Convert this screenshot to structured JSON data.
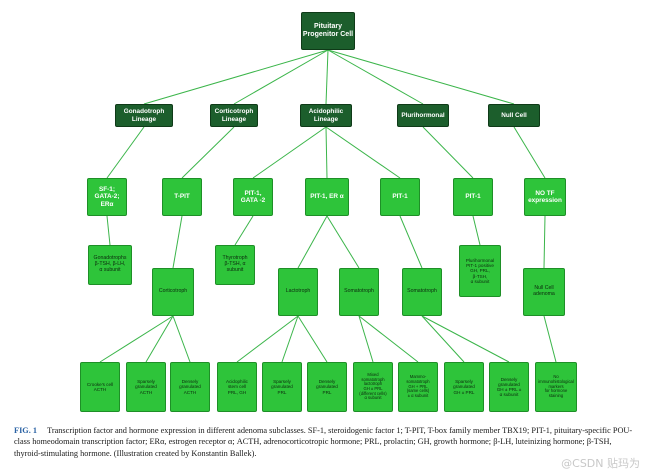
{
  "diagram": {
    "nodes": [
      {
        "id": "ppc",
        "label": "Pituitary\nProgenitor Cell"
      },
      {
        "id": "gon_lin",
        "label": "Gonadotroph\nLineage"
      },
      {
        "id": "cort_lin",
        "label": "Corticotroph\nLineage"
      },
      {
        "id": "acid_lin",
        "label": "Acidophilic\nLineage"
      },
      {
        "id": "pluri",
        "label": "Plurihormonal"
      },
      {
        "id": "null",
        "label": "Null Cell"
      },
      {
        "id": "tf_sf1",
        "label": "SF-1;\nGATA-2;\nERα"
      },
      {
        "id": "tf_tpit",
        "label": "T-PIT"
      },
      {
        "id": "tf_pit1_gata2",
        "label": "PIT-1,\nGATA -2"
      },
      {
        "id": "tf_pit1_er",
        "label": "PIT-1, ER α"
      },
      {
        "id": "tf_pit1_a",
        "label": "PIT-1"
      },
      {
        "id": "tf_pit1_b",
        "label": "PIT-1"
      },
      {
        "id": "tf_none",
        "label": "NO TF\nexpression"
      },
      {
        "id": "gonadotrophs",
        "label": "Gonadotrophs\nβ-TSH, β-LH,\nα subunit"
      },
      {
        "id": "corticotroph",
        "label": "Corticotroph"
      },
      {
        "id": "thyrotroph",
        "label": "Thyrotroph\nβ-TSH, α\nsubunit"
      },
      {
        "id": "lactotroph",
        "label": "Lactotroph"
      },
      {
        "id": "somatotroph1",
        "label": "Somatotroph"
      },
      {
        "id": "somatotroph2",
        "label": "Somatotroph"
      },
      {
        "id": "pluri_pit1",
        "label": "Plurihormonal\nPIT-1 positive\nGH, PRL,\nβ-TSH,\nα subunit"
      },
      {
        "id": "nullcell",
        "label": "Null Cell\nadenoma"
      },
      {
        "id": "crooke",
        "label": "Crooke's cell\nACTH"
      },
      {
        "id": "sparse_acth",
        "label": "Sparsely\ngranulated\nACTH"
      },
      {
        "id": "dense_acth",
        "label": "Densely\ngranulated\nACTH"
      },
      {
        "id": "acidophil_stem",
        "label": "Acidophilic\nstem cell\nPRL, GH"
      },
      {
        "id": "sparse_prl",
        "label": "Sparsely\ngranulated\nPRL"
      },
      {
        "id": "dense_prl",
        "label": "Densely\ngranulated\nPRL"
      },
      {
        "id": "mixed",
        "label": "Mixed\nsomatotroph\nlactotroph\nGH ± PRL\n(different cells)\nα subunit"
      },
      {
        "id": "mammo",
        "label": "Mammo-\nsomatotroph\nGH + PRL\n(same cells)\n± α subunit"
      },
      {
        "id": "sparse_gh",
        "label": "Sparsely\ngranulated\nGH ± PRL"
      },
      {
        "id": "dense_gh",
        "label": "Densely\ngranulated\nGH ± PRL ±\nα subunit"
      },
      {
        "id": "no_stain",
        "label": "No\nimmunohistological\nmarkers\nfor hormone\nstaining"
      }
    ]
  },
  "caption": {
    "fig_label": "FIG. 1",
    "text": "Transcription factor and hormone expression in different adenoma subclasses. SF-1, steroidogenic factor 1; T-PIT, T-box family member TBX19; PIT-1, pituitary-specific POU-class homeodomain transcription factor; ERα, estrogen receptor α; ACTH, adrenocorticotropic hormone; PRL, prolactin; GH, growth hormone; β-LH, luteinizing hormone; β-TSH, thyroid-stimulating hormone. (Illustration created by Konstantin Ballek)."
  },
  "watermark": "@CSDN 贴玛为"
}
